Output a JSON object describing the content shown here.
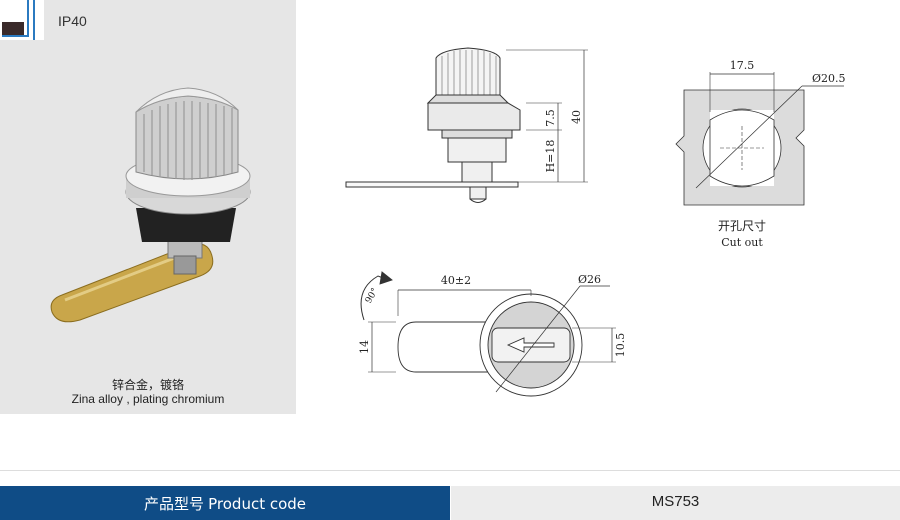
{
  "product": {
    "ip_rating": "IP40",
    "material_zh": "锌合金，镀铬",
    "material_en": "Zina alloy , plating chromium"
  },
  "dimensions": {
    "width_17_5": "17.5",
    "dia_20_5": "Ø20.5",
    "height_7_5": "7.5",
    "height_40": "40",
    "height_h18": "H=18",
    "length_40pm2": "40±2",
    "dia_26": "Ø26",
    "width_14": "14",
    "width_10_5": "10.5",
    "rotation": "90°"
  },
  "cutout": {
    "label_zh": "开孔尺寸",
    "label_en": "Cut out"
  },
  "footer": {
    "code_label_zh": "产品型号",
    "code_label_en": "Product code",
    "code_value": "MS753"
  },
  "colors": {
    "brand_blue": "#0f4c86",
    "photo_bg": "#e6e6e6"
  }
}
